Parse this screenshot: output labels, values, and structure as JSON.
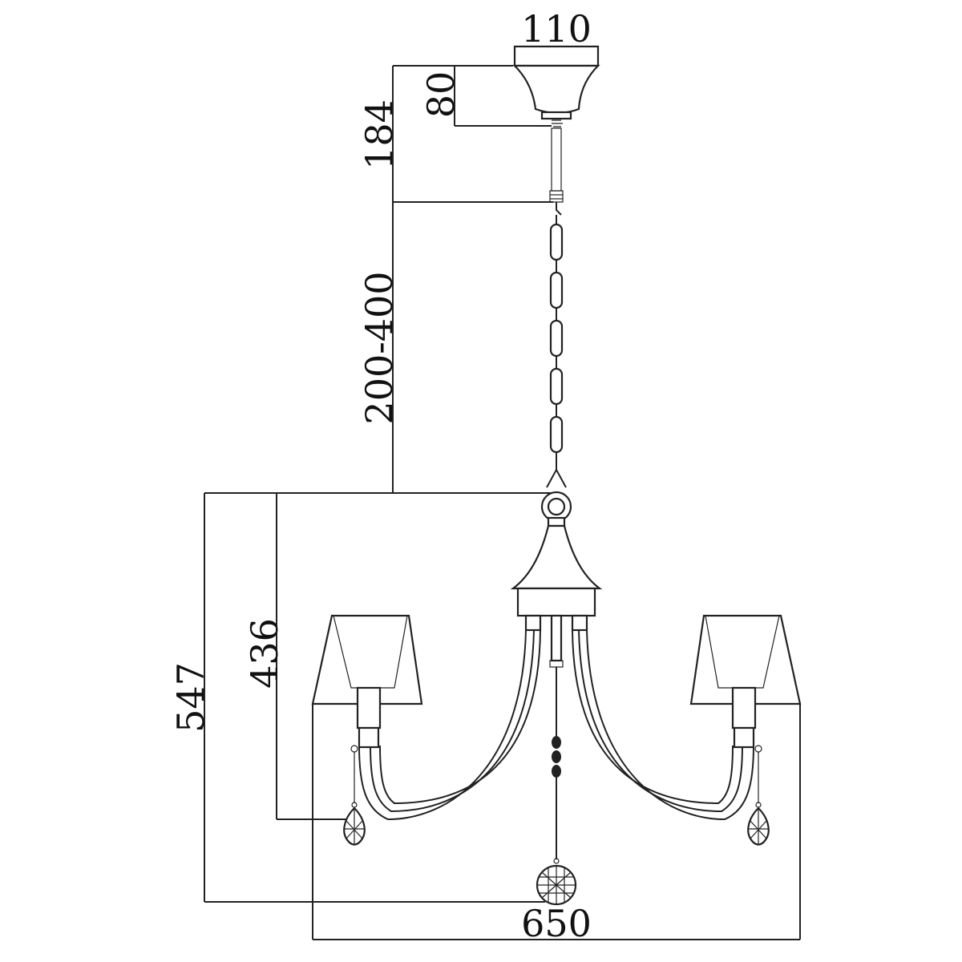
{
  "dimensions": {
    "canopy_width": "110",
    "canopy_height": "80",
    "rod_height": "184",
    "chain_length": "200-400",
    "body_height_total": "547",
    "arm_height": "436",
    "overall_width": "650"
  },
  "colors": {
    "line": "#222222",
    "background": "#ffffff"
  }
}
